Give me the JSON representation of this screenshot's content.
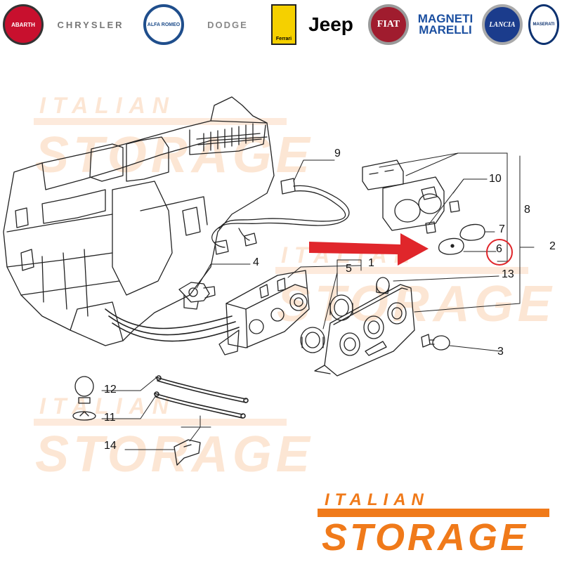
{
  "brands": [
    {
      "id": "abarth",
      "label": "ABARTH"
    },
    {
      "id": "chrysler",
      "label": "CHRYSLER"
    },
    {
      "id": "alfa-romeo",
      "label": "ALFA ROMEO"
    },
    {
      "id": "dodge",
      "label": "DODGE"
    },
    {
      "id": "ferrari",
      "label": "Ferrari"
    },
    {
      "id": "jeep",
      "label": "Jeep"
    },
    {
      "id": "fiat",
      "label": "FIAT"
    },
    {
      "id": "magneti-marelli",
      "label": "MAGNETI MARELLI"
    },
    {
      "id": "lancia",
      "label": "LANCIA"
    },
    {
      "id": "maserati",
      "label": "MASERATI"
    }
  ],
  "watermark": {
    "line1": "ITALIAN",
    "line2": "STORAGE"
  },
  "logo": {
    "line1": "ITALIAN",
    "line2": "STORAGE"
  },
  "callouts": {
    "c1": "1",
    "c2": "2",
    "c3": "3",
    "c4": "4",
    "c5": "5",
    "c6": "6",
    "c7": "7",
    "c8": "8",
    "c9": "9",
    "c10": "10",
    "c11": "11",
    "c12": "12",
    "c13": "13",
    "c14": "14"
  },
  "highlight": {
    "part": "6",
    "color": "#e0262b"
  }
}
